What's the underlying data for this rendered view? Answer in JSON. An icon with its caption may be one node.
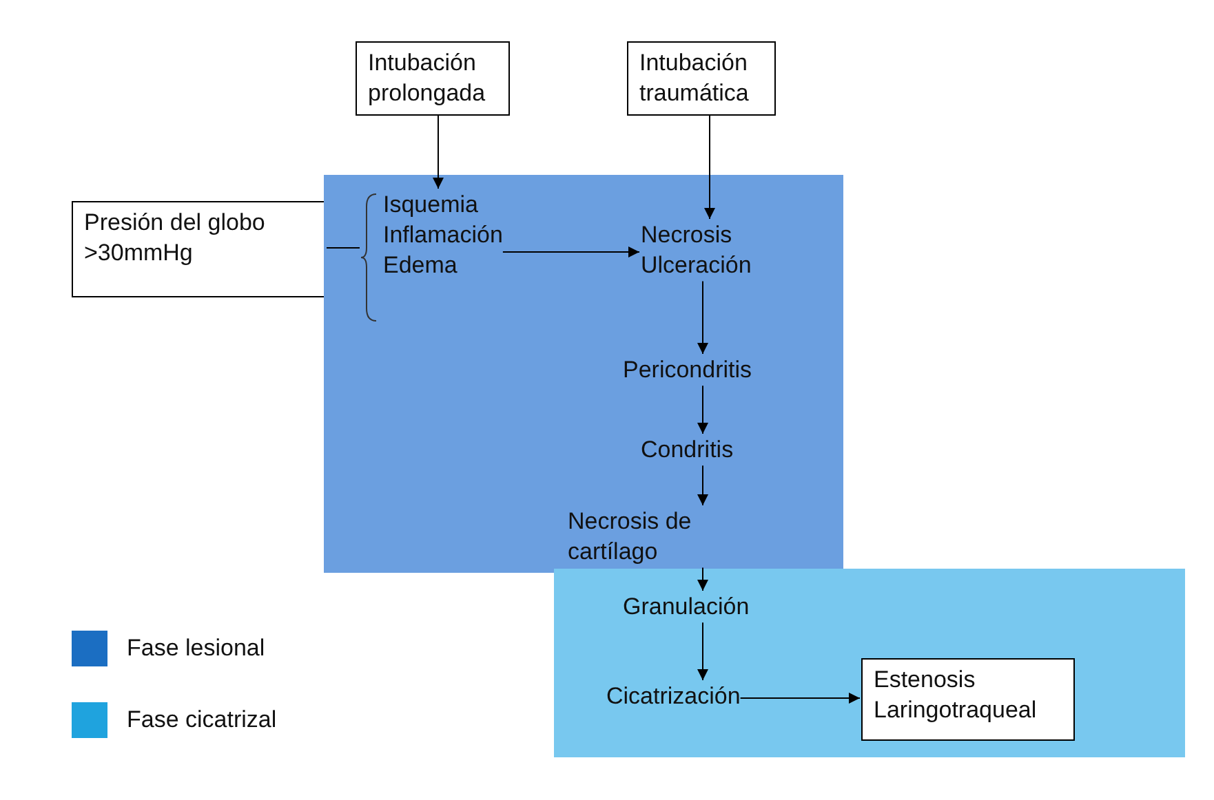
{
  "diagram": {
    "nodes": [
      {
        "text": [
          "Intubación prolongada"
        ]
      },
      {
        "text": [
          "Intubación traumática"
        ]
      },
      {
        "text": [
          "Presión del globo >30mmHg"
        ]
      },
      {
        "text": [],
        "shape": "box"
      },
      {
        "text": [
          "Isquemia Inflamación Edema"
        ],
        "in": 3
      },
      {
        "text": [
          "Necrosis Ulceración"
        ],
        "in": 3
      },
      {
        "text": [
          "Pericondritis"
        ],
        "in": 3
      },
      {
        "text": [
          "Condritis"
        ],
        "in": 3
      },
      {
        "text": [
          "Necrosis de cartílago"
        ],
        "in": 3
      },
      {
        "text": [],
        "shape": "box"
      },
      {
        "text": [
          "Granulación"
        ],
        "in": 9
      },
      {
        "text": [
          "Cicatrización"
        ],
        "in": 9
      },
      {
        "text": [
          "Estenosis Laringotraqueal"
        ],
        "in": 9
      }
    ],
    "edges": [
      {
        "from": 0,
        "to": 4,
        "arrow": "to"
      },
      {
        "from": 1,
        "to": 5,
        "arrow": "to"
      },
      {
        "from": 2,
        "to": 4,
        "arrow": "none"
      },
      {
        "from": 4,
        "to": 5,
        "arrow": "to"
      },
      {
        "from": 5,
        "to": 6,
        "arrow": "to"
      },
      {
        "from": 6,
        "to": 7,
        "arrow": "to"
      },
      {
        "from": 7,
        "to": 8,
        "arrow": "to"
      },
      {
        "from": 8,
        "to": 10,
        "arrow": "to"
      },
      {
        "from": 10,
        "to": 11,
        "arrow": "to"
      },
      {
        "from": 11,
        "to": 12,
        "arrow": "to"
      }
    ],
    "legend": [
      {
        "text": "Fase lesional",
        "color": "#1b6ec2"
      },
      {
        "text": "Fase cicatrizal",
        "color": "#1fa3de"
      }
    ]
  }
}
